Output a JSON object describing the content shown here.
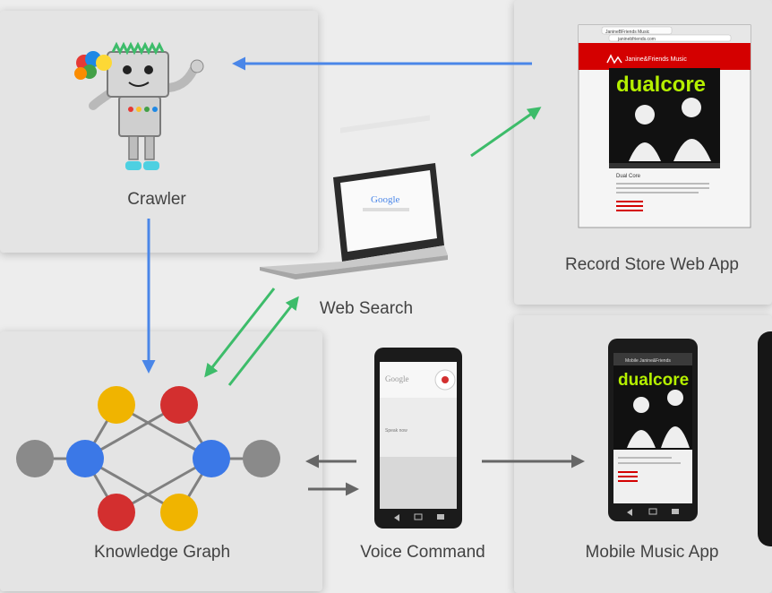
{
  "nodes": {
    "crawler": "Crawler",
    "record_store": "Record Store Web App",
    "web_search": "Web Search",
    "knowledge_graph": "Knowledge Graph",
    "voice_command": "Voice Command",
    "mobile_music": "Mobile Music App"
  },
  "browser": {
    "tab": "JanineBFriends Music",
    "url": "janinebfriends.com",
    "site_name": "Janine&Friends Music",
    "banner": "dualcore",
    "page_heading": "Dual Core"
  },
  "search": {
    "logo": "Google"
  },
  "phone_voice": {
    "logo": "Google",
    "prompt": "Speak now"
  },
  "phone_app": {
    "title": "Mobile Janine&Friends",
    "banner": "dualcore"
  },
  "colors": {
    "blue_arrow": "#4a86e8",
    "green_arrow": "#3dbc6a",
    "gray_arrow": "#666666",
    "node_gray": "#8a8a8a",
    "node_blue": "#3b78e7",
    "node_red": "#d32f2f",
    "node_yellow": "#f0b400",
    "site_red": "#d40000"
  }
}
